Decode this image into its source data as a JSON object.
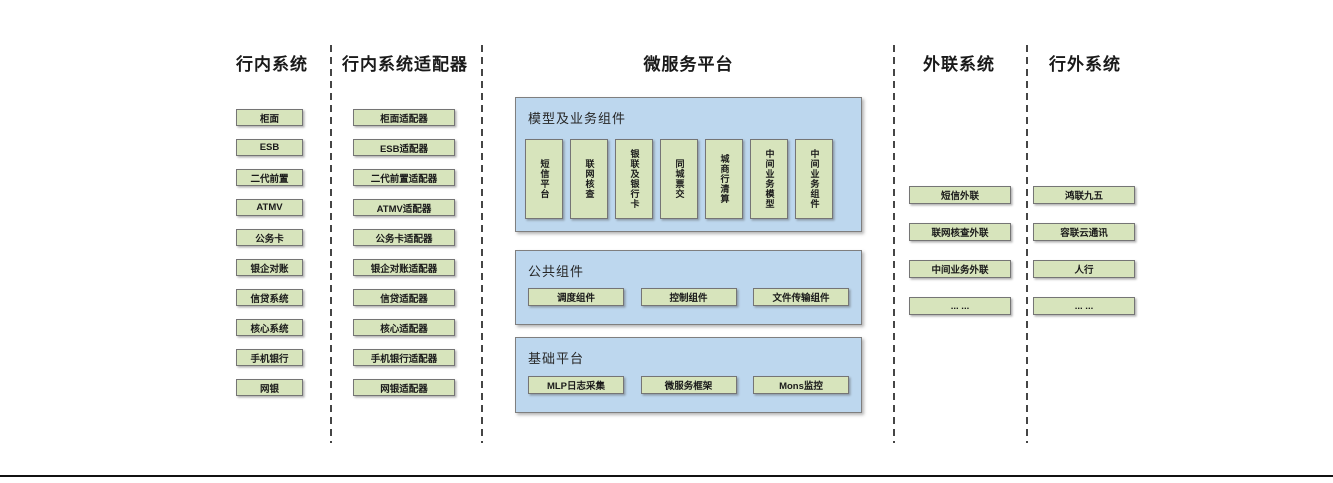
{
  "diagram": {
    "columns": {
      "internal": {
        "title": "行内系统",
        "items": [
          "柜面",
          "ESB",
          "二代前置",
          "ATMV",
          "公务卡",
          "银企对账",
          "信贷系统",
          "核心系统",
          "手机银行",
          "网银"
        ]
      },
      "adapters": {
        "title": "行内系统适配器",
        "items": [
          "柜面适配器",
          "ESB适配器",
          "二代前置适配器",
          "ATMV适配器",
          "公务卡适配器",
          "银企对账适配器",
          "信贷适配器",
          "核心适配器",
          "手机银行适配器",
          "网银适配器"
        ]
      },
      "platform": {
        "title": "微服务平台",
        "groups": [
          {
            "title": "模型及业务组件",
            "items": [
              "短信平台",
              "联网核查",
              "银联及银行卡",
              "同城票交",
              "城商行清算",
              "中间业务模型",
              "中间业务组件"
            ]
          },
          {
            "title": "公共组件",
            "items": [
              "调度组件",
              "控制组件",
              "文件传输组件"
            ]
          },
          {
            "title": "基础平台",
            "items": [
              "MLP日志采集",
              "微服务框架",
              "Mons监控"
            ]
          }
        ]
      },
      "external": {
        "title": "外联系统",
        "items": [
          "短信外联",
          "联网核查外联",
          "中间业务外联",
          "... ..."
        ]
      },
      "outside": {
        "title": "行外系统",
        "items": [
          "鸿联九五",
          "容联云通讯",
          "人行",
          "... ..."
        ]
      }
    },
    "colors": {
      "box_green": "#d7e4bc",
      "box_border": "#757575",
      "panel_blue": "#bdd7ee",
      "panel_border": "#7f7f7f",
      "divider": "#454545"
    }
  }
}
